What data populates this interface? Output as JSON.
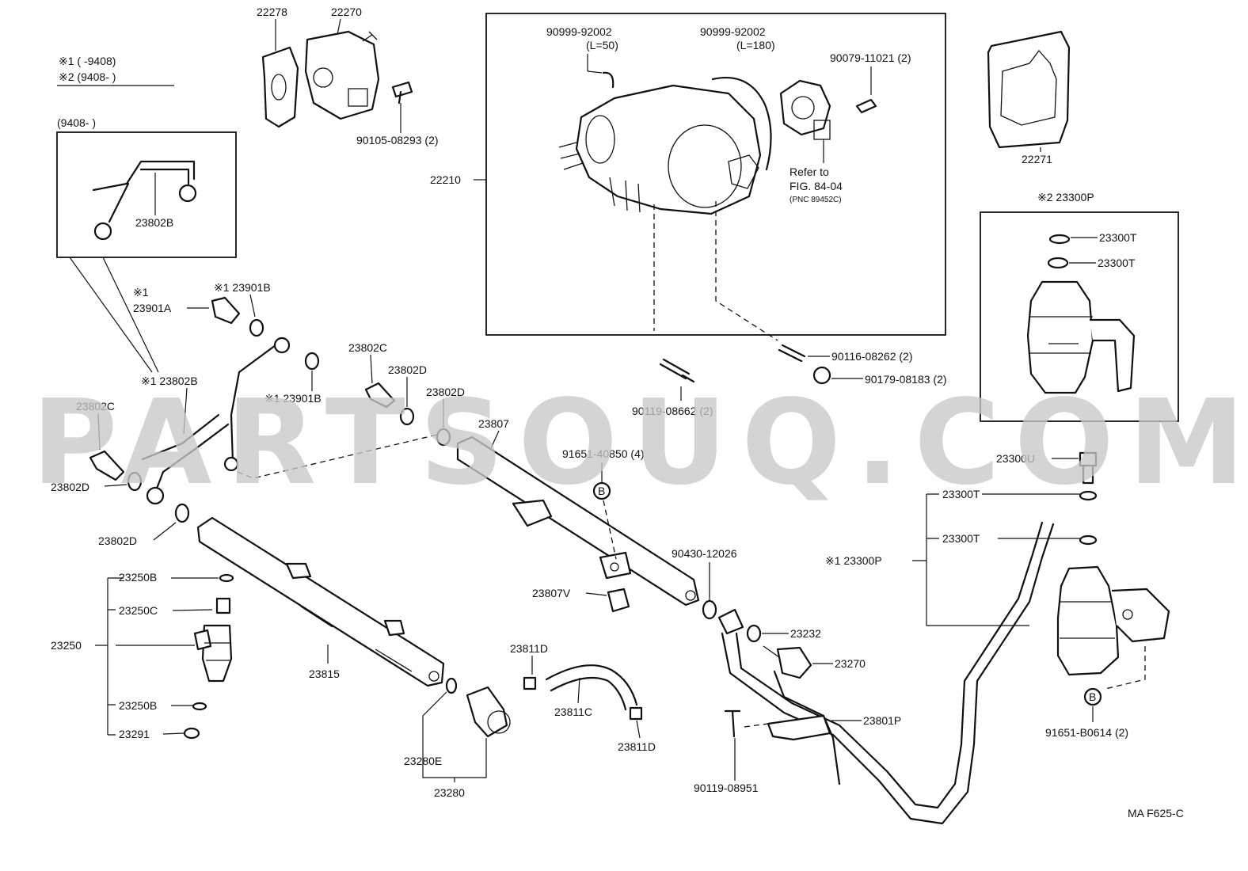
{
  "watermark": "PARTSOUQ.COM",
  "figure_code": "MA F625-C",
  "legend": {
    "line1": "※1 (      -9408)",
    "line2": "※2 (9408-      )",
    "inset_date": "(9408-       )"
  },
  "callouts": {
    "p22278": "22278",
    "p22270": "22270",
    "p90105": "90105-08293 (2)",
    "p22210": "22210",
    "p90999a": "90999-92002",
    "p90999a_len": "(L=50)",
    "p90999b": "90999-92002",
    "p90999b_len": "(L=180)",
    "p90079": "90079-11021 (2)",
    "refer1": "Refer to",
    "refer2": "FIG. 84-04",
    "refer3": "(PNC 89452C)",
    "p22271": "22271",
    "p23300P_2": "※2 23300P",
    "p23300T_a": "23300T",
    "p23300T_b": "23300T",
    "p90116": "90116-08262 (2)",
    "p90179": "90179-08183 (2)",
    "p90119a": "90119-08662 (2)",
    "p23802B_inset": "23802B",
    "p23901A_mark": "※1",
    "p23901A": "23901A",
    "p23901B_top": "※1 23901B",
    "p23901B_mid": "※1 23901B",
    "p23802B_1": "※1 23802B",
    "p23802C_l": "23802C",
    "p23802D_l1": "23802D",
    "p23802D_l2": "23802D",
    "p23802C_m": "23802C",
    "p23802D_m1": "23802D",
    "p23802D_m2": "23802D",
    "p23807": "23807",
    "p91651a": "91651-40850 (4)",
    "p23807V": "23807V",
    "p90430": "90430-12026",
    "p23232": "23232",
    "p23270": "23270",
    "p23801P": "23801P",
    "p90119b": "90119-08951",
    "p23815": "23815",
    "p23250B_top": "23250B",
    "p23250C": "23250C",
    "p23250": "23250",
    "p23250B_bot": "23250B",
    "p23291": "23291",
    "p23811D_a": "23811D",
    "p23811C": "23811C",
    "p23811D_b": "23811D",
    "p23280E": "23280E",
    "p23280": "23280",
    "p23300U": "23300U",
    "p23300T_c": "23300T",
    "p23300T_d": "23300T",
    "p23300P_1": "※1 23300P",
    "p91651b": "91651-B0614 (2)",
    "ref_b_top": "B",
    "ref_b_right": "B"
  }
}
